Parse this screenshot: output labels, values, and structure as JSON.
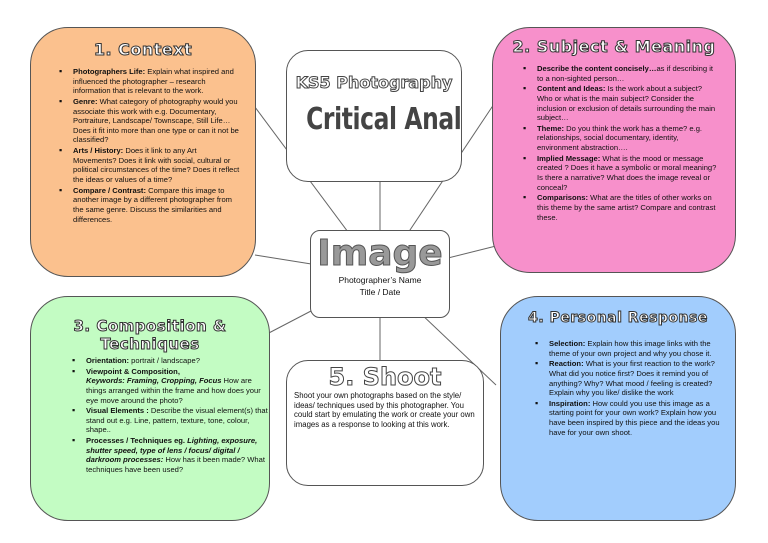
{
  "title_box": {
    "line1": "KS5 Photography",
    "line2": "Critical Analysis"
  },
  "image_box": {
    "heading": "Image",
    "line1": "Photographer’s Name",
    "line2": "Title / Date"
  },
  "context": {
    "heading": "1. Context",
    "items": [
      {
        "label": "Photographers Life:",
        "text": " Explain what inspired and influenced the photographer – research information that is relevant to the work."
      },
      {
        "label": "Genre:",
        "text": " What category of photography would you associate this work with e.g. Documentary, Portraiture, Landscape/ Townscape, Still Life… Does it fit into more than one type or can it not be classified?"
      },
      {
        "label": "Arts / History:",
        "text": " Does it link to any Art Movements? Does it link with social, cultural or political circumstances of the time? Does it reflect the ideas or values of a time?"
      },
      {
        "label": "Compare / Contrast:",
        "text": " Compare this image to another image by a different photographer from the same genre. Discuss the similarities and differences."
      }
    ]
  },
  "subject": {
    "heading": "2. Subject & Meaning",
    "items": [
      {
        "label": "Describe the content concisely…",
        "text": "as if describing it to a non-sighted person…"
      },
      {
        "label": "Content and Ideas:",
        "text": " Is the work about a subject? Who or what is the main subject? Consider the inclusion or exclusion of details surrounding the main subject…"
      },
      {
        "label": "Theme:",
        "text": " Do you think the work has a theme? e.g. relationships, social documentary, identity, environment abstraction…."
      },
      {
        "label": "Implied Message:",
        "text": " What is the mood or message created ? Does it have a symbolic or moral meaning? Is there a narrative? What does the image reveal or conceal?"
      },
      {
        "label": "Comparisons:",
        "text": " What are the titles of other works on this theme by the same artist? Compare and contrast these."
      }
    ]
  },
  "composition": {
    "heading": "3. Composition & Techniques",
    "items": [
      {
        "label": "Orientation:",
        "text": " portrait / landscape?"
      },
      {
        "label": "Viewpoint & Composition,",
        "sub": "Keywords: Framing, Cropping, Focus",
        "text": " How are things arranged within the frame and how does your eye move around the photo?"
      },
      {
        "label": "Visual Elements :",
        "text": " Describe the visual element(s) that stand out  e.g. Line, pattern, texture, tone, colour, shape.."
      },
      {
        "label": "Processes / Techniques eg.",
        "sub": "Lighting, exposure, shutter speed, type of lens / focus/ digital / darkroom processes:",
        "text": " How has it been made? What techniques have been used?"
      }
    ]
  },
  "response": {
    "heading": "4. Personal Response",
    "items": [
      {
        "label": "Selection:",
        "text": " Explain how this image links with the theme of your own project and why you chose it."
      },
      {
        "label": "Reaction:",
        "text": " What is your first reaction to the work? What did you notice first? Does it remind you of anything? Why? What mood / feeling is created? Explain why you like/ dislike the work"
      },
      {
        "label": "Inspiration:",
        "text": " How could you use this image as a starting point for your own work? Explain how you have been inspired by this piece and the ideas you have for your own shoot."
      }
    ]
  },
  "shoot": {
    "heading": "5. Shoot",
    "text": "Shoot your own photographs based on the style/ ideas/ techniques used by this photographer. You could start by emulating the work or create your own images as a response to looking at this work."
  },
  "colors": {
    "context": "#fbc18e",
    "subject": "#f790cb",
    "composition": "#c3fcc3",
    "response": "#a2cdfd"
  }
}
